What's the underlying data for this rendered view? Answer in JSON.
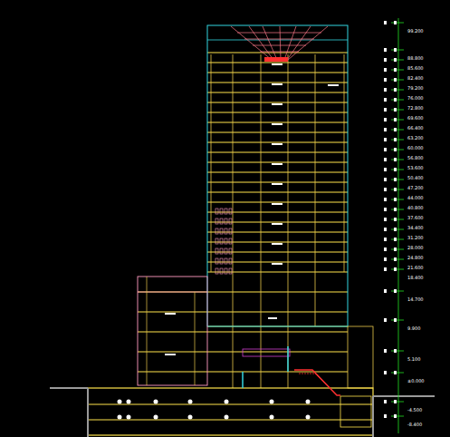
{
  "diagram": {
    "labels": [
      "99.200",
      "88.800",
      "85.600",
      "82.400",
      "79.200",
      "76.000",
      "72.800",
      "69.600",
      "66.400",
      "63.200",
      "60.000",
      "56.800",
      "53.600",
      "50.400",
      "47.200",
      "44.000",
      "40.800",
      "37.600",
      "34.400",
      "31.200",
      "28.000",
      "24.800",
      "21.600",
      "18.400",
      "14.700",
      "9.900",
      "5.100",
      "±0.000",
      "-4.500",
      "-8.400"
    ]
  }
}
